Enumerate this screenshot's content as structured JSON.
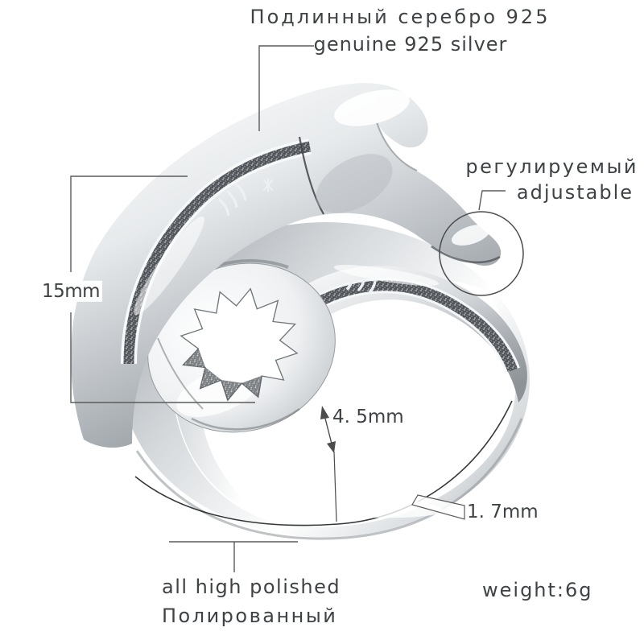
{
  "annotations": {
    "material": {
      "ru": "Подлинный серебро 925",
      "en": "genuine 925 silver"
    },
    "adjustable": {
      "ru": "регулируемый",
      "en": "adjustable"
    },
    "dimensions": {
      "inner_width": "15mm",
      "band_width": "4. 5mm",
      "thickness": "1. 7mm"
    },
    "finish": {
      "en": "all high polished",
      "ru": "Полированный"
    },
    "weight": "weight:6g"
  },
  "palette": {
    "background": "#ffffff",
    "text": "#3f4245",
    "leader_line": "#5b5b5b",
    "metal_highlight": "#ffffff",
    "metal_light": "#e9eced",
    "metal_mid": "#c0c5c9",
    "metal_dark": "#8d9297",
    "engraving": "#45494d",
    "crease": "#2f3235"
  }
}
